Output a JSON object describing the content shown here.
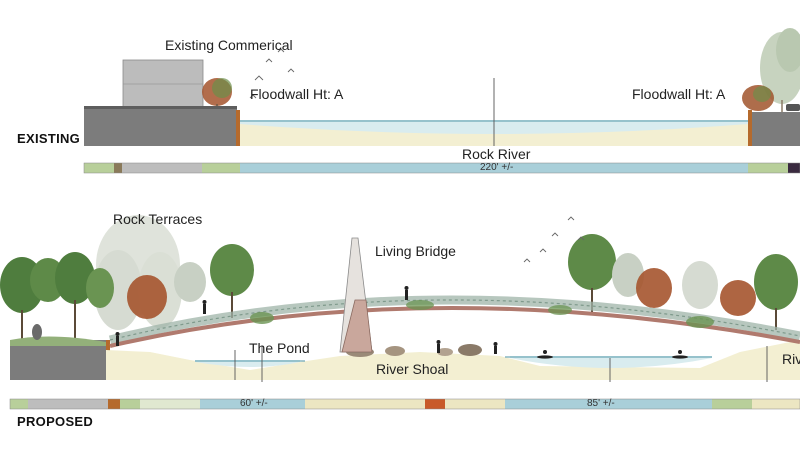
{
  "sections": {
    "existing": {
      "title": "EXISTING",
      "labels": {
        "commercial": "Existing Commerical",
        "floodwall_left": "Floodwall Ht: A",
        "floodwall_right": "Floodwall Ht: A",
        "river": "Rock River",
        "width": "220' +/-"
      }
    },
    "proposed": {
      "title": "PROPOSED",
      "labels": {
        "terraces": "Rock Terraces",
        "bridge": "Living Bridge",
        "pond": "The Pond",
        "shoal": "River Shoal",
        "river_partial": "Riv",
        "width_pond": "60' +/-",
        "width_river": "85' +/-"
      }
    }
  },
  "colors": {
    "water": "#d9ecef",
    "water_edge": "#6fa8b6",
    "ground": "#f3efd2",
    "wall": "#7c7c7c",
    "building": "#b8b8b8",
    "tree": "#4f7d3e",
    "tree_autumn": "#a5542d",
    "willow": "#c8d0c4",
    "bridge": "#b07a6e",
    "pillar": "#c9a79c",
    "bar_green": "#b8cf9a",
    "bar_blue": "#a9cfd9",
    "bar_gray": "#bdbdbd",
    "bar_cream": "#ece6c2",
    "bar_orange": "#c85a2a"
  },
  "icons": [
    "bird-icon",
    "person-icon",
    "kayak-icon",
    "tree-icon",
    "building-icon"
  ]
}
